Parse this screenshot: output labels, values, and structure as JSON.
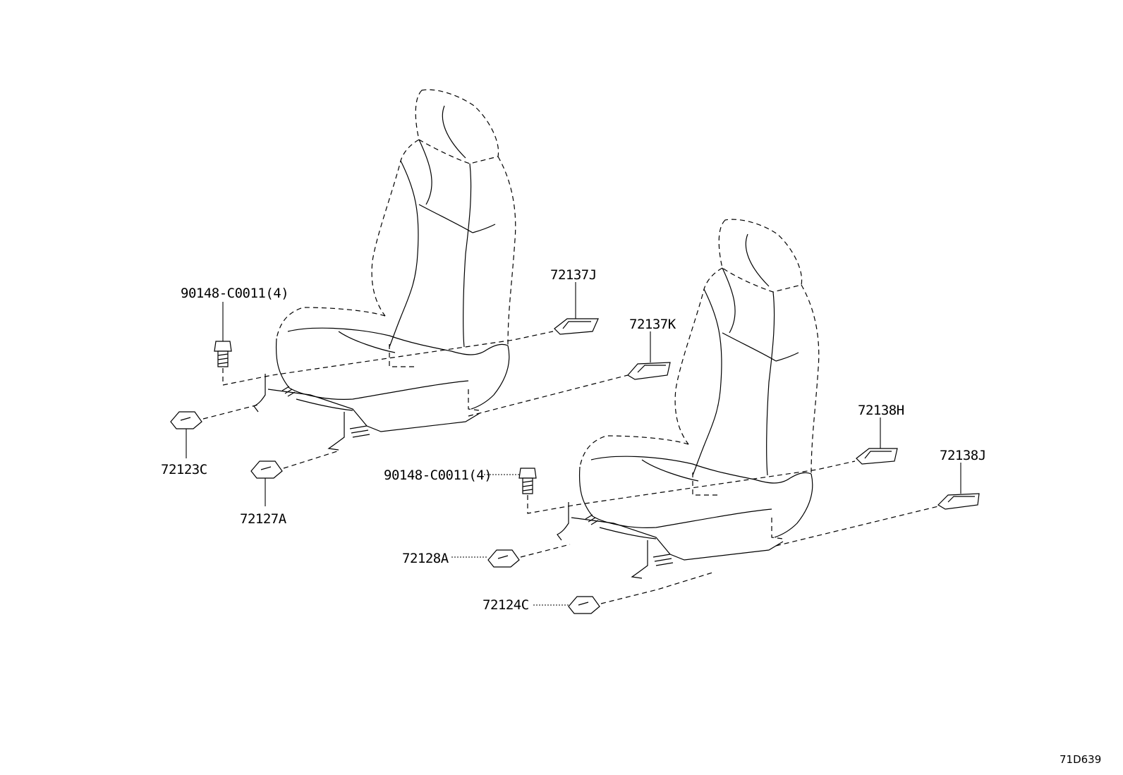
{
  "diagram_id": "71D639",
  "colors": {
    "line": "#000000",
    "background": "#ffffff"
  },
  "callouts": {
    "bolt_left": "90148-C0011(4)",
    "bolt_right": "90148-C0011(4)",
    "cover_72137J": "72137J",
    "cover_72137K": "72137K",
    "cover_72138H": "72138H",
    "cover_72138J": "72138J",
    "cover_72123C": "72123C",
    "cover_72127A": "72127A",
    "cover_72128A": "72128A",
    "cover_72124C": "72124C"
  }
}
